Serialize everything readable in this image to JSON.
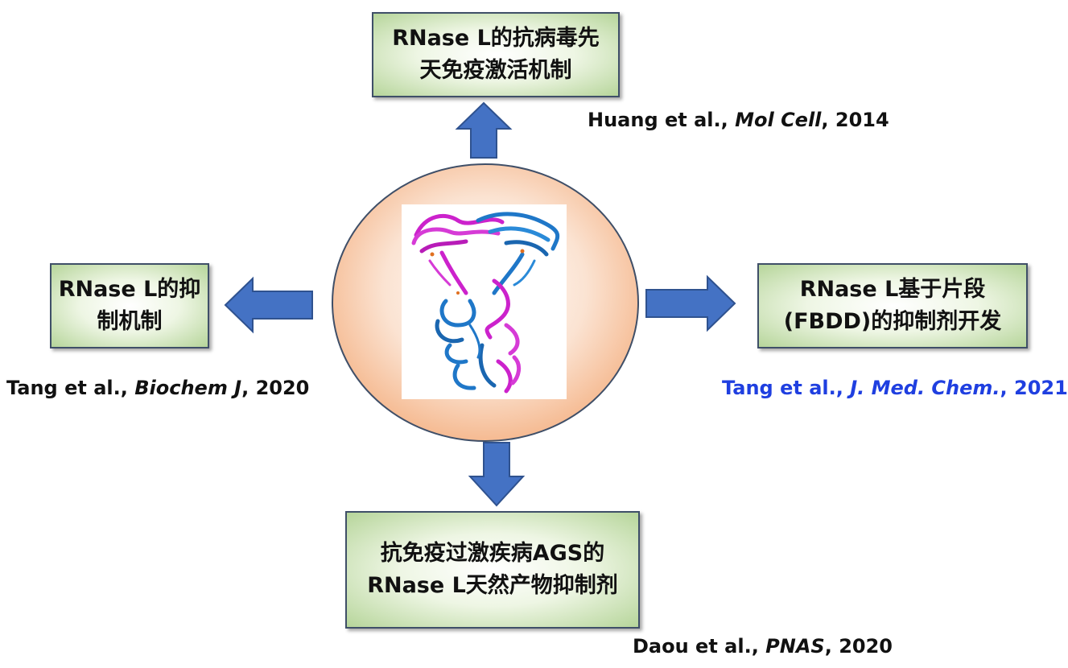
{
  "boxes": {
    "top": {
      "line1": "RNase L的抗病毒先",
      "line2": "天免疫激活机制"
    },
    "left": {
      "line1": "RNase L的抑",
      "line2": "制机制"
    },
    "right": {
      "line1": "RNase L基于片段",
      "line2": "(FBDD)的抑制剂开发"
    },
    "bottom": {
      "line1": "抗免疫过激疾病AGS的",
      "line2": "RNase L天然产物抑制剂"
    }
  },
  "citations": {
    "top": {
      "authors": "Huang et al., ",
      "journal": "Mol Cell",
      "year": ", 2014"
    },
    "left": {
      "authors": "Tang et al., ",
      "journal": "Biochem J",
      "year": ", 2020"
    },
    "right": {
      "authors": "Tang et al., ",
      "journal": "J. Med. Chem.",
      "year": ", 2021"
    },
    "bottom": {
      "authors": "Daou et al., ",
      "journal": "PNAS",
      "year": ", 2020"
    }
  },
  "colors": {
    "arrow": "#4472c4",
    "arrow_border": "#2f528f",
    "circle_fill_center": "#ffffff",
    "circle_fill_edge": "#f4b183",
    "box_border": "#3f4f68",
    "blue_citation": "#1f3fe0",
    "magenta_chain": "#cc22cc",
    "blue_chain": "#1f77c8"
  },
  "center_image": {
    "icon": "protein-structure-icon"
  }
}
